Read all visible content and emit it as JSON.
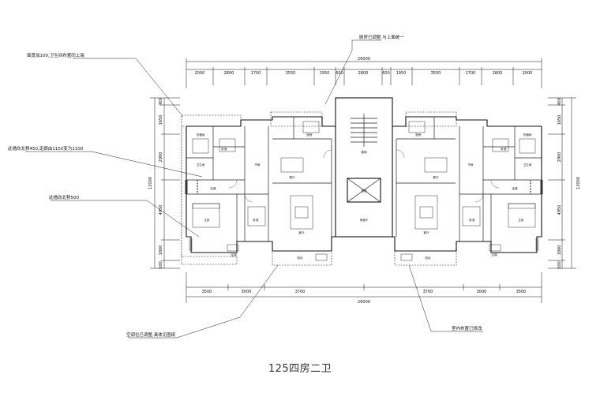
{
  "annotations": {
    "top_note": "厨房已调整,与上面统一",
    "left_note_1": "面宽加100,卫生间布置同上海",
    "left_note_2": "此墙向北移450,走廊由1150变为1100",
    "left_note_3": "此墙向北移500",
    "bottom_note_left": "空调位已调整,具体见图纸",
    "bottom_note_right": "室内布置已修改"
  },
  "dimensions": {
    "top_total": "26000",
    "bottom_total": "26000",
    "top_segments": [
      "2000",
      "2800",
      "1700",
      "3550",
      "1950",
      "600",
      "2800",
      "600",
      "1950",
      "3550",
      "1700",
      "2800",
      "2000"
    ],
    "bottom_segments": [
      "3500",
      "3000",
      "3700",
      "3700",
      "3000",
      "3500"
    ],
    "left_segments": [
      "400",
      "1650",
      "2900",
      "4950",
      "1800",
      "500"
    ],
    "left_total": "12000",
    "right_segments": [
      "400",
      "1650",
      "2900",
      "4950",
      "1800",
      "500"
    ],
    "right_total": "12000"
  },
  "rooms": {
    "bedroom": "卧室",
    "master_bedroom": "主卧",
    "living": "客厅",
    "dining": "餐厅",
    "kitchen": "厨房",
    "bath": "卫生间",
    "balcony": "阳台",
    "aircon": "空调",
    "stair": "楼梯",
    "elevator": "电梯",
    "hall": "电梯厅",
    "wardrobe": "衣帽间",
    "study": "书房",
    "corridor": "走道"
  },
  "title": "125四房二卫"
}
